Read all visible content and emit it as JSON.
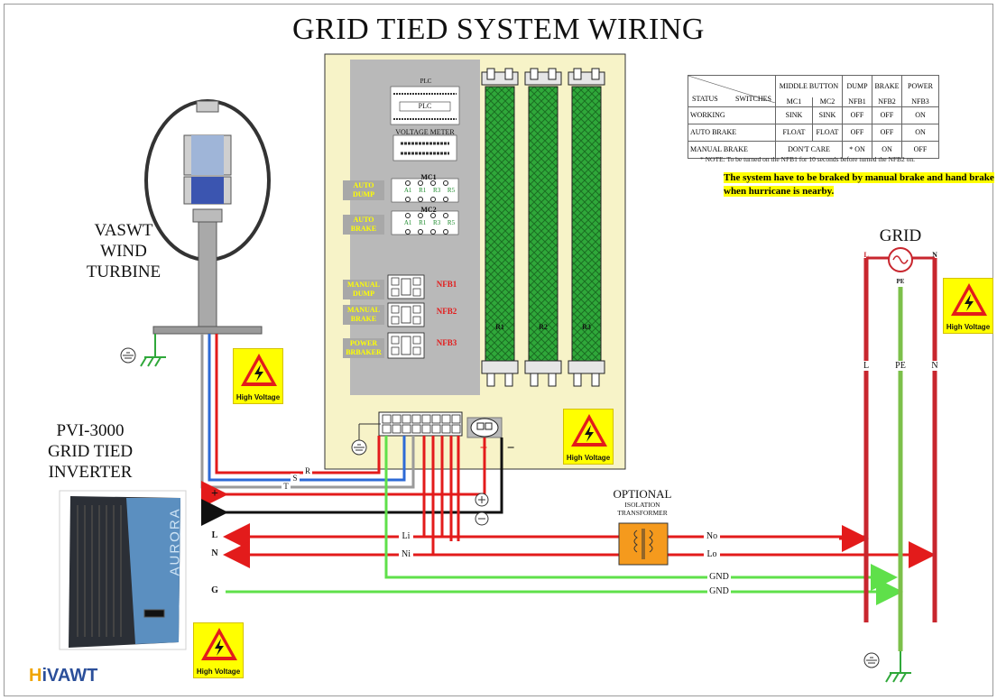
{
  "title": "GRID TIED  SYSTEM WIRING",
  "turbine_label": [
    "VASWT",
    "WIND",
    "TURBINE"
  ],
  "inverter_label": [
    "PVI-3000",
    "GRID TIED",
    "INVERTER"
  ],
  "inverter_brand": "AURORA",
  "grid_label": "GRID",
  "optional_label": "OPTIONAL",
  "transformer_label": [
    "ISOLATION",
    "TRANSFORMER"
  ],
  "high_voltage": "High Voltage",
  "logo": {
    "h": "H",
    "rest": "iVAWT"
  },
  "panel": {
    "plc_top": "PLC",
    "plc": "PLC",
    "voltage_meter": "VOLTAGE METER",
    "mc1": "MC1",
    "mc2": "MC2",
    "contact_labels": [
      "A1",
      "R1",
      "R3",
      "R5"
    ],
    "auto_dump": [
      "AUTO",
      "DUMP"
    ],
    "auto_brake": [
      "AUTO",
      "BRAKE"
    ],
    "manual_dump": [
      "MANUAL",
      "DUMP"
    ],
    "manual_brake": [
      "MANUAL",
      "BRAKE"
    ],
    "power_breaker": [
      "POWER",
      "BRBAKER"
    ],
    "nfb1": "NFB1",
    "nfb2": "NFB2",
    "nfb3": "NFB3",
    "resistors": [
      "R1",
      "R2",
      "R3"
    ],
    "plus": "+",
    "minus": "−"
  },
  "wires": {
    "r": "R",
    "s": "S",
    "t": "T",
    "plus": "+",
    "minus": "-",
    "l": "L",
    "n": "N",
    "g": "G",
    "li": "Li",
    "ni": "Ni",
    "no": "No",
    "lo": "Lo",
    "gnd1": "GND",
    "gnd2": "GND",
    "grid_l_top": "L",
    "grid_n_top": "N",
    "grid_pe_top": "PE",
    "grid_l_mid": "L",
    "grid_pe_mid": "PE",
    "grid_n_mid": "N"
  },
  "switch_table": {
    "header1": {
      "status": "STATUS",
      "switches": "SWITCHES",
      "middle": "MIDDLE BUTTON",
      "dump": "DUMP",
      "brake": "BRAKE",
      "power": "POWER"
    },
    "header2": {
      "mc1": "MC1",
      "mc2": "MC2",
      "nfb1": "NFB1",
      "nfb2": "NFB2",
      "nfb3": "NFB3"
    },
    "rows": [
      {
        "status": "WORKING",
        "mc1": "SINK",
        "mc2": "SINK",
        "nfb1": "OFF",
        "nfb2": "OFF",
        "nfb3": "ON"
      },
      {
        "status": "AUTO BRAKE",
        "mc1": "FLOAT",
        "mc2": "FLOAT",
        "nfb1": "OFF",
        "nfb2": "OFF",
        "nfb3": "ON"
      }
    ],
    "manual": {
      "status": "MANUAL BRAKE",
      "mc": "DON'T CARE",
      "nfb1": "* ON",
      "nfb2": "ON",
      "nfb3": "OFF"
    }
  },
  "note": "* NOTE: To be turned on the NFB1 for 10 seconds before turned  the NFB2 on.",
  "warning": "The system have to be braked by manual brake and hand brake when hurricane is nearby.",
  "colors": {
    "red": "#e31b1b",
    "blue": "#2d6ad6",
    "gray": "#9a9a9a",
    "green": "#5fe04a",
    "black": "#111111",
    "panel": "#f7f3c8",
    "resistor": "#2fa83a",
    "label_bg": "#a8a8a8",
    "label_text": "#ffff00"
  }
}
